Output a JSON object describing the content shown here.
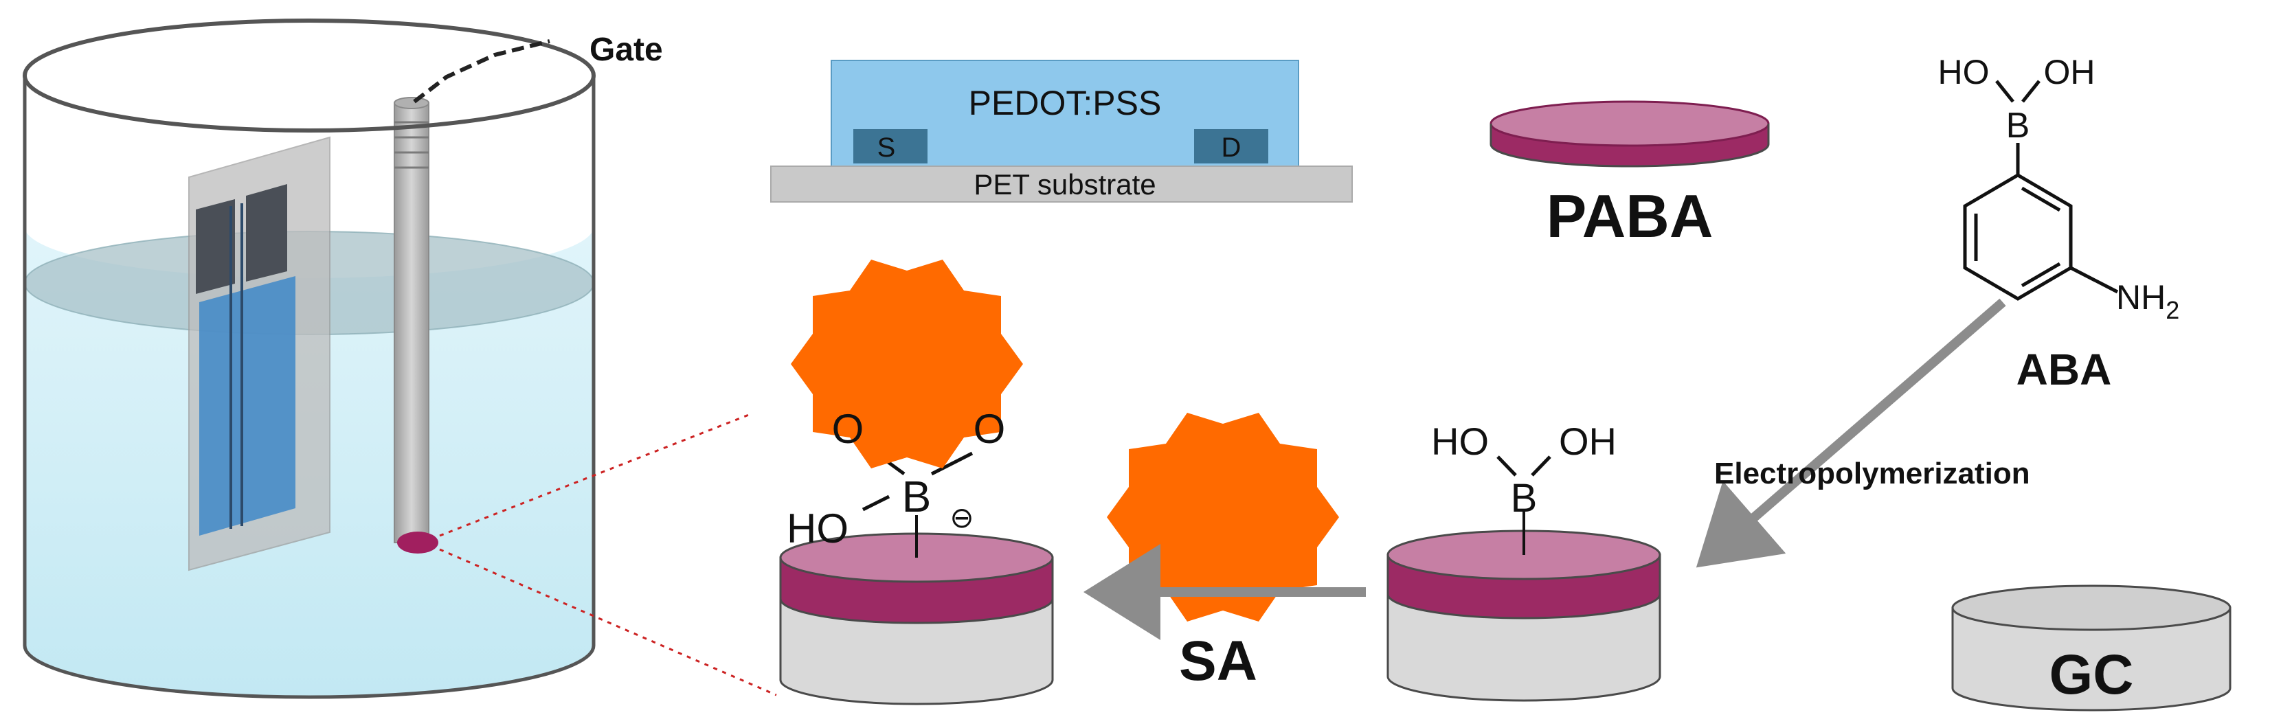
{
  "labels": {
    "gate": "Gate",
    "pedot": "PEDOT:PSS",
    "source": "S",
    "drain": "D",
    "pet": "PET substrate",
    "paba": "PABA",
    "aba": "ABA",
    "electropolymerization": "Electropolymerization",
    "sa": "SA",
    "gc": "GC"
  },
  "chem": {
    "ho": "HO",
    "oh": "OH",
    "b": "B",
    "nh": "NH",
    "sub2": "2",
    "o": "O",
    "minus": "⊖"
  },
  "colors": {
    "pedot_blue": "#8ec8ec",
    "electrode_blue": "#3c7494",
    "pet_gray": "#c9c9c9",
    "polymer_magenta": "#9c2a64",
    "polymer_top": "#c67fa4",
    "disk_gray": "#d9d9d9",
    "star_orange": "#ff6a00",
    "arrow_gray": "#8c8c8c",
    "liquid_blue": "#cdeef6",
    "dotted_red": "#cc2222"
  }
}
